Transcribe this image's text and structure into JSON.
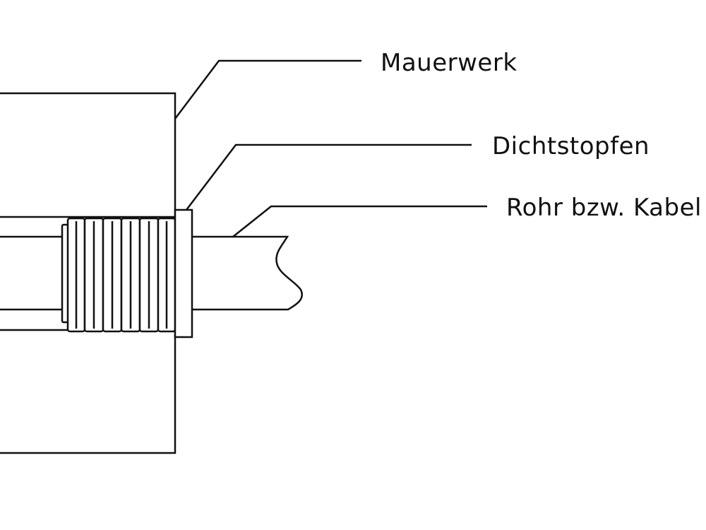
{
  "labels": {
    "masonry": "Mauerwerk",
    "plug": "Dichtstopfen",
    "pipe": "Rohr bzw. Kabel"
  },
  "colors": {
    "line": "#111111",
    "background": "#ffffff"
  }
}
